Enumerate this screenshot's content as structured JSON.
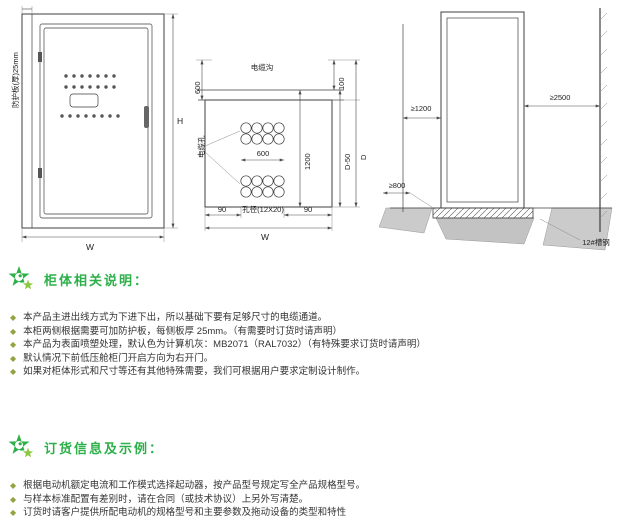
{
  "colors": {
    "heading_green": "#2db04a",
    "star_light_green": "#8dc63f",
    "bullet_green": "#96a23f"
  },
  "drawings": {
    "front_view": {
      "side_panel_label": "防护板(厚)25mm",
      "height_label": "H",
      "width_label": "W"
    },
    "plan_view": {
      "trench_label": "电缆沟",
      "trench_width": "600",
      "offset_100": "100",
      "depth_1200": "1200",
      "depth_d50": "D-50",
      "depth_d": "D",
      "cable_hole_label": "电缆孔",
      "hole_span_600": "600",
      "hole_size_label": "孔径(12X20)",
      "margin_90_left": "90",
      "margin_90_right": "90",
      "width_label": "W"
    },
    "side_view": {
      "front_clearance": "≥1200",
      "top_clearance": "≥2500",
      "pit_depth": "≥800",
      "channel_steel_label": "12#槽钢"
    }
  },
  "sections": [
    {
      "title": "柜体相关说明：",
      "bullets": [
        "本产品主进出线方式为下进下出，所以基础下要有足够尺寸的电缆通道。",
        "本柜两侧根据需要可加防护板，每侧板厚 25mm。（有需要时订货时请声明）",
        "本产品为表面喷塑处理，默认色为计算机灰：MB2071（RAL7032）（有特殊要求订货时请声明）",
        "默认情况下前低压舱柜门开启方向为右开门。",
        "如果对柜体形式和尺寸等还有其他特殊需要，我们可根据用户要求定制设计制作。"
      ]
    },
    {
      "title": "订货信息及示例：",
      "bullets": [
        "根据电动机额定电流和工作模式选择起动器，按产品型号规定写全产品规格型号。",
        "与样本标准配置有差别时，请在合同（或技术协议）上另外写清楚。",
        "订货时请客户提供所配电动机的规格型号和主要参数及拖动设备的类型和特性"
      ]
    }
  ]
}
